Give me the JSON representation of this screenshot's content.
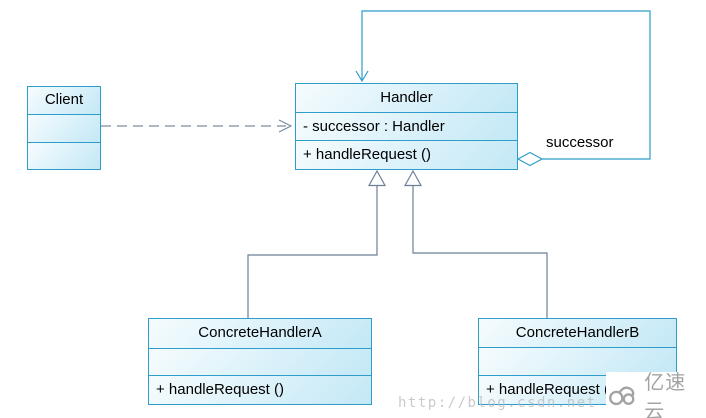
{
  "diagram": {
    "classes": [
      {
        "id": "client",
        "title": "Client",
        "attributes": [],
        "methods": []
      },
      {
        "id": "handler",
        "title": "Handler",
        "attributes": [
          "- successor : Handler"
        ],
        "methods": [
          "+ handleRequest ()"
        ]
      },
      {
        "id": "concrete-handler-a",
        "title": "ConcreteHandlerA",
        "attributes": [],
        "methods": [
          "+ handleRequest ()"
        ]
      },
      {
        "id": "concrete-handler-b",
        "title": "ConcreteHandlerB",
        "attributes": [],
        "methods": [
          "+ handleRequest ()"
        ]
      }
    ],
    "labels": {
      "successor": "successor"
    },
    "relations": [
      {
        "type": "dependency",
        "from": "client",
        "to": "handler",
        "style": "dashed-open-arrow"
      },
      {
        "type": "generalization",
        "from": "concrete-handler-a",
        "to": "handler"
      },
      {
        "type": "generalization",
        "from": "concrete-handler-b",
        "to": "handler"
      },
      {
        "type": "self-association-aggregation",
        "from": "handler",
        "to": "handler",
        "label": "successor"
      }
    ]
  },
  "watermark": {
    "text": "http://blog.csdn.net"
  },
  "logo": {
    "text": "亿速云",
    "icon": "cloud-logo-icon"
  },
  "colors": {
    "boxBorder": "#2e9dc9",
    "fillLight": "#f6fcfe",
    "fillDark": "#c3e8f6",
    "inheritLine": "#6e7f96",
    "depLine": "#7a8aa0",
    "assocLine": "#2e9dc9",
    "watermark": "#bdbdbd",
    "logoGray": "#a3a3a3"
  }
}
